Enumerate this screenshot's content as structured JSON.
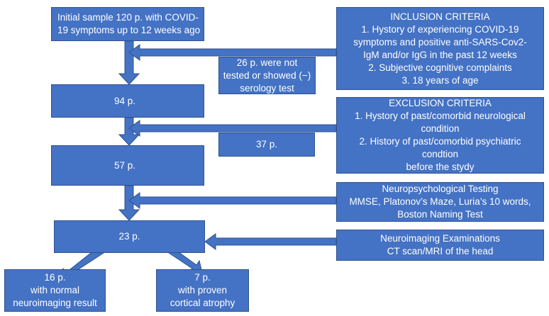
{
  "colors": {
    "box_fill": "#4472C4",
    "box_border": "#2F528F",
    "text": "#ffffff"
  },
  "boxes": {
    "initial": {
      "lines": [
        "Initial sample 120 p. with COVID-",
        "19 symptoms up to 12 weeks ago"
      ]
    },
    "n94": {
      "text": "94 p."
    },
    "n57": {
      "text": "57 p."
    },
    "n23": {
      "text": "23 p."
    },
    "n16": {
      "lines": [
        "16 p.",
        "with normal",
        "neuroimaging result"
      ]
    },
    "n7": {
      "lines": [
        "7 p.",
        "with proven",
        "cortical atrophy"
      ]
    },
    "excluded26": {
      "lines": [
        "26 p. were not",
        "tested or showed (−)",
        "serology test"
      ]
    },
    "excluded37": {
      "text": "37 p."
    },
    "inclusion": {
      "title": "INCLUSION CRITERIA",
      "lines": [
        "1.   Hystory of experiencing COVID-19",
        "symptoms and positive anti-SARS-Cov2-",
        "IgM and/or IgG in the past 12 weeks",
        "2.   Subjective cognitive complaints",
        "3.   18 years of age"
      ]
    },
    "exclusion": {
      "title": "EXCLUSION CRITERIA",
      "lines": [
        "1.  Hystory of past/comorbid neurological",
        "condition",
        "2.  History of past/comorbid psychiatric",
        "condtion",
        "before the stydy"
      ]
    },
    "neuropsych": {
      "lines": [
        "Neuropsychological Testing",
        "MMSE, Platonov’s Maze, Luria’s 10 words,",
        "Boston Naming Test"
      ]
    },
    "neuroimaging": {
      "lines": [
        "Neuroimaging Examinations",
        "CT scan/MRI of the head"
      ]
    }
  }
}
